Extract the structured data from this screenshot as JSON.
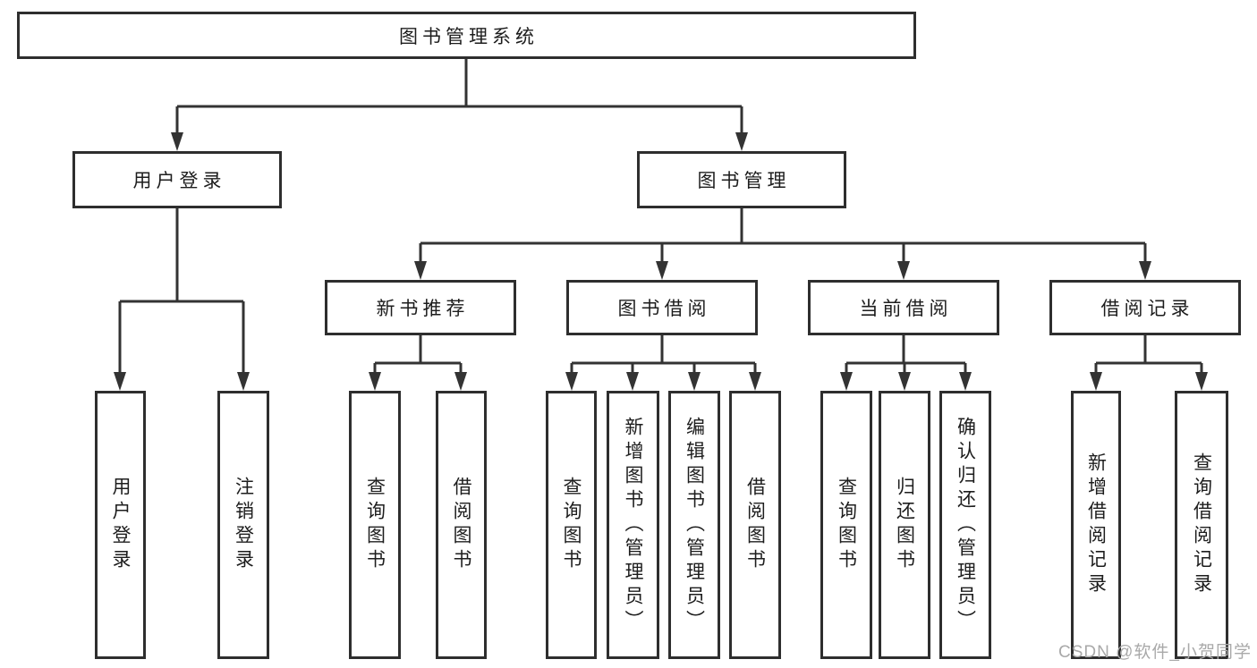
{
  "tree": {
    "root": "图书管理系统",
    "branches": [
      {
        "label": "用户登录",
        "children": [
          {
            "label": "用户登录"
          },
          {
            "label": "注销登录"
          }
        ]
      },
      {
        "label": "图书管理",
        "groups": [
          {
            "label": "新书推荐",
            "children": [
              {
                "label": "查询图书"
              },
              {
                "label": "借阅图书"
              }
            ]
          },
          {
            "label": "图书借阅",
            "children": [
              {
                "label": "查询图书"
              },
              {
                "label": "新增图书（管理员）"
              },
              {
                "label": "编辑图书（管理员）"
              },
              {
                "label": "借阅图书"
              }
            ]
          },
          {
            "label": "当前借阅",
            "children": [
              {
                "label": "查询图书"
              },
              {
                "label": "归还图书"
              },
              {
                "label": "确认归还（管理员）"
              }
            ]
          },
          {
            "label": "借阅记录",
            "children": [
              {
                "label": "新增借阅记录"
              },
              {
                "label": "查询借阅记录"
              }
            ]
          }
        ]
      }
    ]
  },
  "watermark": "CSDN @软件_小贺同学",
  "colors": {
    "line": "#333333",
    "box_border": "#2e2e2e",
    "text": "#1d1d1d",
    "watermark": "#a9a9a9",
    "background": "#ffffff"
  }
}
